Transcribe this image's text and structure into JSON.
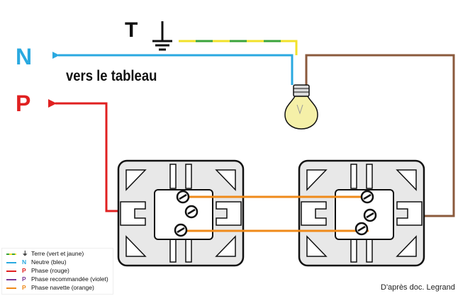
{
  "labels": {
    "neutral": "N",
    "phase": "P",
    "earth": "T",
    "to_panel": "vers le tableau"
  },
  "legend": [
    {
      "symbol": "⏚",
      "text": "Terre (vert et jaune)",
      "color": "#3aa33a",
      "color2": "#f2e12a",
      "sym_color": "#111111"
    },
    {
      "symbol": "N",
      "text": "Neutre (bleu)",
      "color": "#2aa9e0",
      "sym_color": "#2aa9e0"
    },
    {
      "symbol": "P",
      "text": "Phase (rouge)",
      "color": "#e02020",
      "sym_color": "#e02020"
    },
    {
      "symbol": "P",
      "text": "Phase recommandée (violet)",
      "color": "#7a3a9a",
      "sym_color": "#7a3a9a"
    },
    {
      "symbol": "P",
      "text": "Phase navette (orange)",
      "color": "#ef8a1a",
      "sym_color": "#ef8a1a"
    }
  ],
  "credit": "D'après doc. Legrand",
  "colors": {
    "neutral": "#2aa9e0",
    "phase": "#e02020",
    "earth_green": "#3aa33a",
    "earth_yellow": "#f2e12a",
    "shuttle": "#ef8a1a",
    "return": "#8b5a3c",
    "switch_fill": "#e8e8e8",
    "outline": "#111111"
  }
}
